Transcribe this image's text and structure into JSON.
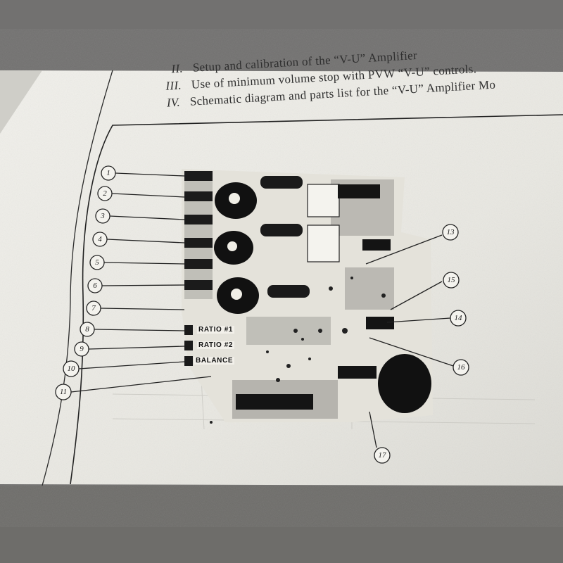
{
  "document": {
    "toc": [
      {
        "numeral": "II.",
        "text": "Setup and calibration of the “V-U” Amplifier"
      },
      {
        "numeral": "III.",
        "text": "Use of minimum volume stop with PVW “V-U” controls."
      },
      {
        "numeral": "IV.",
        "text": "Schematic diagram and parts list for the “V-U” Amplifier Mo"
      }
    ],
    "callouts": [
      "1",
      "2",
      "3",
      "4",
      "5",
      "6",
      "7",
      "8",
      "9",
      "10",
      "11",
      "13",
      "15",
      "14",
      "16",
      "17"
    ],
    "board_labels": [
      "RATIO #1",
      "RATIO #2",
      "BALANCE"
    ]
  },
  "colors": {
    "paper": "#ecebe6",
    "ink": "#1b1b1b",
    "background": "#6f6e6a"
  }
}
